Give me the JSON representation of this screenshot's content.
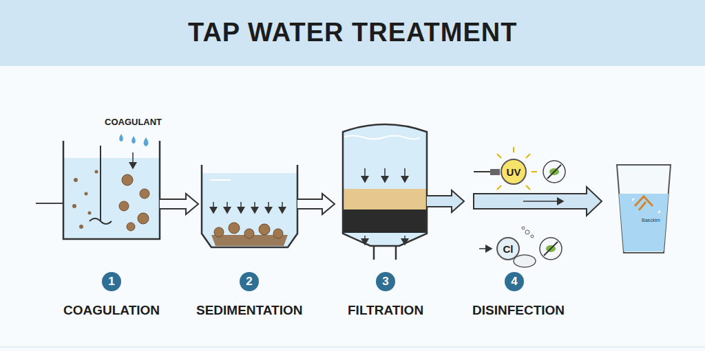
{
  "diagram": {
    "title": "TAP WATER TREATMENT",
    "nodes": [
      {
        "text": [
          "1"
        ]
      },
      {
        "text": [
          "2"
        ]
      },
      {
        "text": [
          "3"
        ]
      },
      {
        "text": [
          "4"
        ]
      },
      {
        "text": [
          "UV"
        ]
      },
      {
        "text": [
          "Cl"
        ]
      }
    ],
    "labels": [
      "COAGULANT",
      "COAGULATION",
      "SEDIMENTATION",
      "FILTRATION",
      "DISINFECTION",
      "Baeckim"
    ]
  }
}
